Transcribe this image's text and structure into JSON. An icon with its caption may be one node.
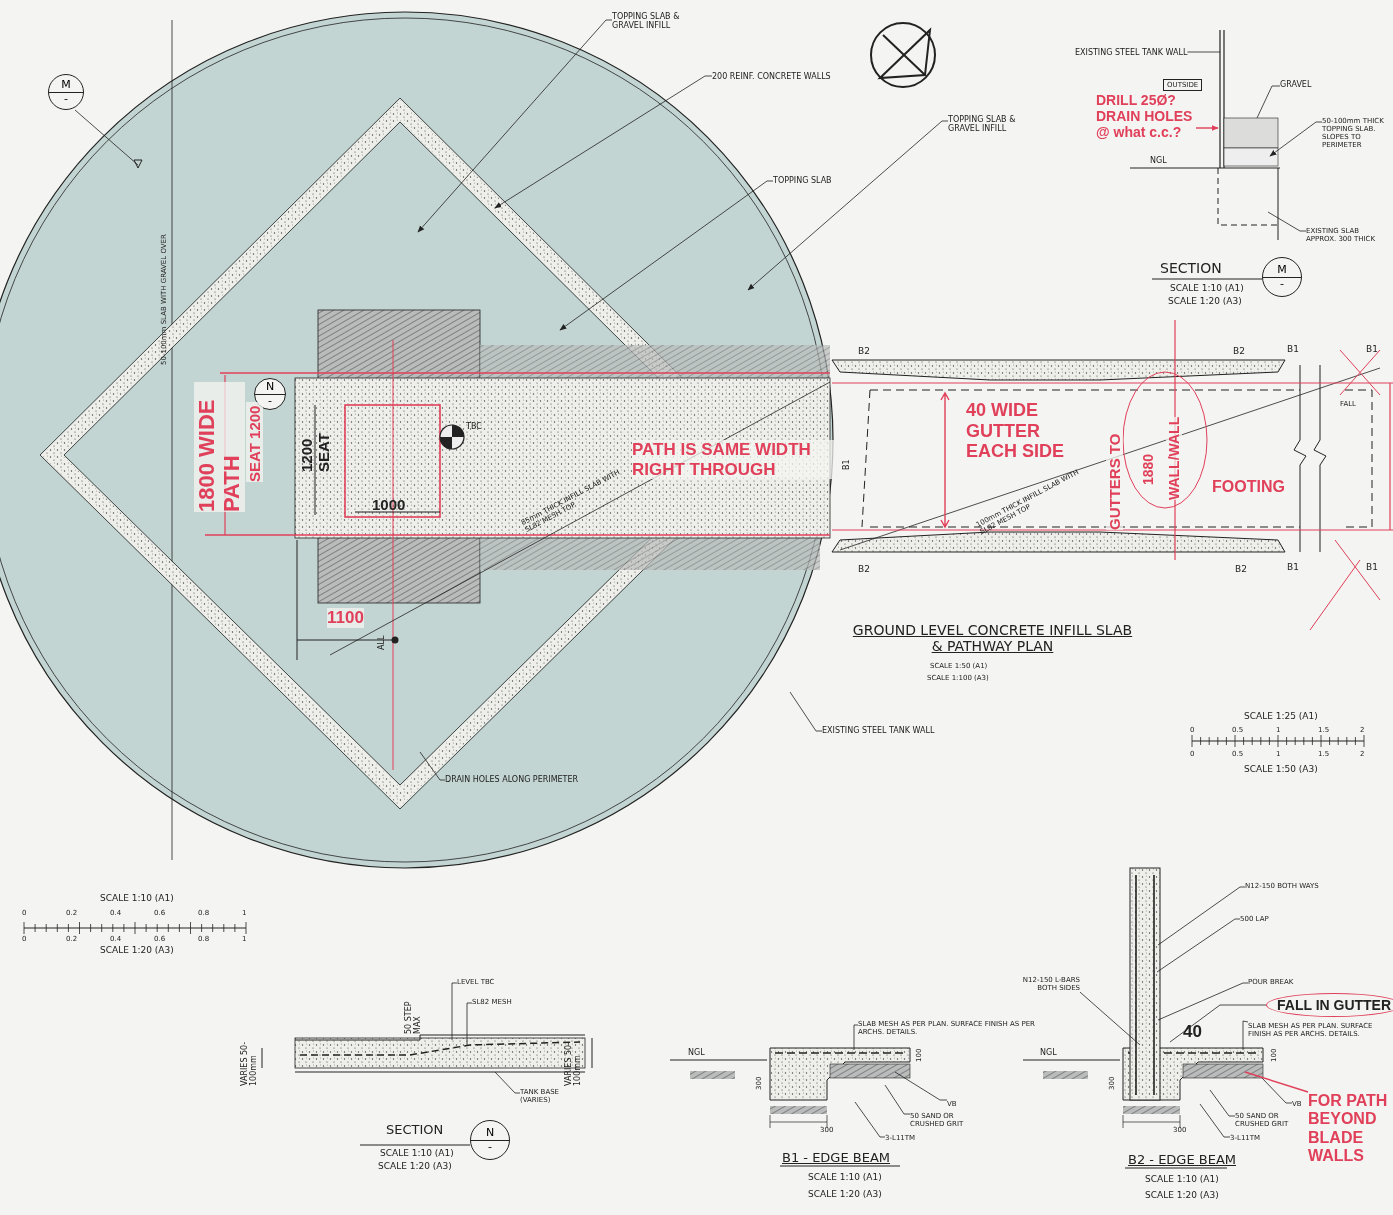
{
  "diagram": {
    "nodes": [
      {
        "text": [
          "TOPPING SLAB & GRAVEL INFILL"
        ]
      },
      {
        "text": [
          "200 REINF. CONCRETE WALLS"
        ]
      },
      {
        "text": [
          "TOPPING SLAB & GRAVEL INFILL"
        ]
      },
      {
        "text": [
          "TOPPING SLAB"
        ]
      },
      {
        "text": [
          "EXISTING STEEL TANK WALL"
        ]
      },
      {
        "text": [
          "DRAIN HOLES ALONG PERIMETER"
        ]
      },
      {
        "text": [
          "EXISTING STEEL TANK WALL"
        ]
      },
      {
        "text": [
          "GRAVEL"
        ]
      },
      {
        "text": [
          "50-100mm THICK TOPPING SLAB. SLOPES TO PERIMETER"
        ]
      },
      {
        "text": [
          "EXISTING SLAB APPROX. 300 THICK"
        ]
      },
      {
        "text": [
          "DRILL 25Ø? DRAIN HOLES @ what c.c.?"
        ]
      },
      {
        "text": [
          "LEVEL TBC"
        ]
      },
      {
        "text": [
          "SL82 MESH"
        ]
      },
      {
        "text": [
          "TANK BASE (VARIES)"
        ]
      },
      {
        "text": [
          "SLAB MESH AS PER PLAN. SURFACE FINISH AS PER ARCHS. DETAILS."
        ]
      },
      {
        "text": [
          "VB"
        ]
      },
      {
        "text": [
          "50 SAND OR CRUSHED GRIT"
        ]
      },
      {
        "text": [
          "3-L11TM"
        ]
      },
      {
        "text": [
          "N12-150 BOTH WAYS"
        ]
      },
      {
        "text": [
          "500 LAP"
        ]
      },
      {
        "text": [
          "N12-150 L-BARS BOTH SIDES"
        ]
      },
      {
        "text": [
          "POUR BREAK"
        ]
      },
      {
        "text": [
          "FALL IN GUTTER"
        ]
      },
      {
        "text": [
          "SLAB MESH AS PER PLAN. SURFACE FINISH AS PER ARCHS. DETAILS."
        ]
      },
      {
        "text": [
          "VB"
        ]
      },
      {
        "text": [
          "50 SAND OR CRUSHED GRIT"
        ]
      },
      {
        "text": [
          "3-L11TM"
        ]
      },
      {
        "text": [
          "FOR PATH BEYOND BLADE WALLS"
        ]
      },
      {
        "text": [
          "M",
          "-"
        ]
      },
      {
        "text": [
          "N",
          "-"
        ]
      },
      {
        "text": [
          "M",
          "-"
        ]
      },
      {
        "text": [
          "N",
          "-"
        ]
      },
      {
        "text": [
          "OUTSIDE"
        ]
      }
    ],
    "edges": [
      {
        "from": 0,
        "to": null,
        "arrow": "to"
      },
      {
        "from": 1,
        "to": null,
        "arrow": "to"
      },
      {
        "from": 2,
        "to": null,
        "arrow": "to"
      },
      {
        "from": 3,
        "to": null,
        "arrow": "to"
      },
      {
        "from": 4,
        "to": null,
        "arrow": "none"
      },
      {
        "from": 5,
        "to": null,
        "arrow": "none"
      },
      {
        "from": 6,
        "to": null,
        "arrow": "none"
      },
      {
        "from": 7,
        "to": null,
        "arrow": "none"
      },
      {
        "from": 8,
        "to": null,
        "arrow": "to"
      },
      {
        "from": 9,
        "to": null,
        "arrow": "none"
      },
      {
        "from": 10,
        "to": null,
        "arrow": "to",
        "color": "#e0405a"
      },
      {
        "from": 11,
        "to": null,
        "arrow": "none"
      },
      {
        "from": 12,
        "to": null,
        "arrow": "none"
      },
      {
        "from": 13,
        "to": null,
        "arrow": "none"
      },
      {
        "from": 14,
        "to": null,
        "arrow": "none"
      },
      {
        "from": 15,
        "to": null,
        "arrow": "none"
      },
      {
        "from": 16,
        "to": null,
        "arrow": "none"
      },
      {
        "from": 17,
        "to": null,
        "arrow": "none"
      },
      {
        "from": 18,
        "to": null,
        "arrow": "none"
      },
      {
        "from": 19,
        "to": null,
        "arrow": "none"
      },
      {
        "from": 20,
        "to": null,
        "arrow": "none"
      },
      {
        "from": 21,
        "to": null,
        "arrow": "none"
      },
      {
        "from": 22,
        "to": null,
        "arrow": "none"
      },
      {
        "from": 23,
        "to": null,
        "arrow": "none"
      },
      {
        "from": 24,
        "to": null,
        "arrow": "none"
      },
      {
        "from": 25,
        "to": null,
        "arrow": "none"
      },
      {
        "from": 26,
        "to": null,
        "arrow": "none"
      },
      {
        "from": 27,
        "to": null,
        "arrow": "none",
        "color": "#e0405a"
      }
    ],
    "labels": [
      "50-100mm SLAB WITH GRAVEL OVER",
      "TBC",
      "1800 WIDE PATH",
      "SEAT 1200",
      "1200 SEAT",
      "1000",
      "1100",
      "ALL",
      "85mm THICK INFILL SLAB WITH SL82 MESH TOP",
      "PATH IS SAME WIDTH RIGHT THROUGH",
      "B1",
      "B2",
      "B2",
      "B1",
      "B1",
      "40 WIDE GUTTER EACH SIDE",
      "GUTTERS TO",
      "100mm THICK INFILL SLAB WITH SL82 MESH TOP",
      "1880",
      "WALL/WALL",
      "FOOTING",
      "FALL",
      "B2",
      "B2",
      "B1",
      "B1",
      "GROUND LEVEL CONCRETE INFILL SLAB & PATHWAY PLAN",
      "SCALE 1:50 (A1)",
      "SCALE 1:100 (A3)",
      "SCALE 1:25 (A1)",
      "0",
      "0.5",
      "1",
      "1.5",
      "2",
      "0",
      "0.5",
      "1",
      "1.5",
      "2",
      "SCALE 1:50 (A3)",
      "NGL",
      "SECTION",
      "SCALE 1:10 (A1)",
      "SCALE 1:20 (A3)",
      "SCALE 1:10 (A1)",
      "0",
      "0.2",
      "0.4",
      "0.6",
      "0.8",
      "1",
      "0",
      "0.2",
      "0.4",
      "0.6",
      "0.8",
      "1",
      "SCALE 1:20 (A3)",
      "50 STEP MAX",
      "VARIES 50-100mm",
      "VARIES 50-100mm",
      "SECTION",
      "SCALE 1:10 (A1)",
      "SCALE 1:20 (A3)",
      "NGL",
      "300",
      "100",
      "300",
      "B1 - EDGE BEAM",
      "SCALE 1:10 (A1)",
      "SCALE 1:20 (A3)",
      "NGL",
      "300",
      "100",
      "300",
      "40",
      "B2 - EDGE BEAM",
      "SCALE 1:10 (A1)",
      "SCALE 1:20 (A3)"
    ]
  }
}
